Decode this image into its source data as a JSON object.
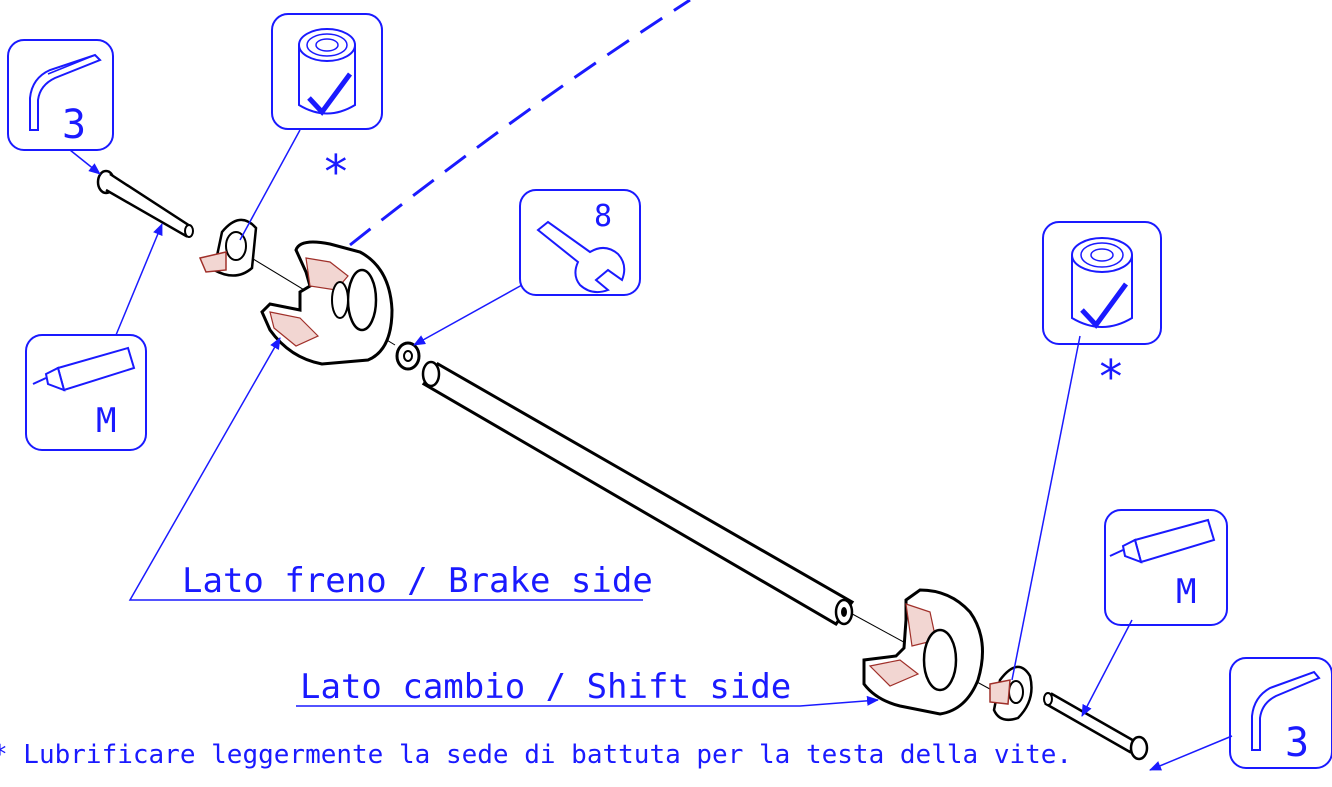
{
  "labels": {
    "brake_side": "Lato freno / Brake side",
    "shift_side": "Lato cambio / Shift side"
  },
  "icons": {
    "hex_key_size_top_left": "3",
    "hex_key_size_bottom_right": "3",
    "wrench_size": "8",
    "threadlock_grade_left": "M",
    "threadlock_grade_right": "M",
    "grease_mark_left": "*",
    "grease_mark_right": "*"
  },
  "notes": {
    "line1": "* Lubrificare leggermente la sede di battuta per la testa della vite."
  },
  "colors": {
    "annotation": "#1a1aff",
    "section_hatch": "#a0302a",
    "part_outline": "#000000"
  }
}
